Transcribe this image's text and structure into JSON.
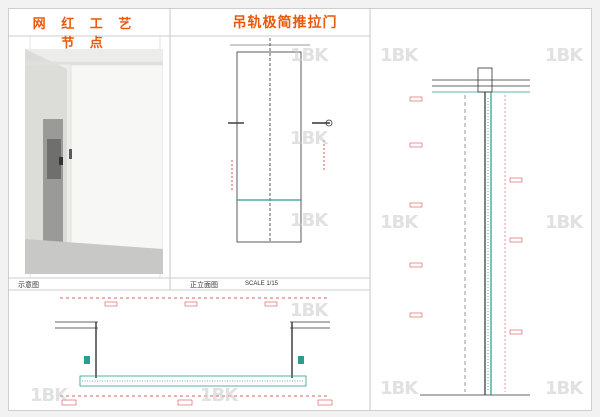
{
  "header": {
    "left_title": "网 红 工 艺 节 点",
    "right_title": "吊轨极简推拉门"
  },
  "captions": {
    "photo_caption": "示意图",
    "elevation_caption": "正立面图",
    "scale": "SCALE  1/15"
  },
  "watermark": {
    "text": "1BK"
  },
  "colors": {
    "accent": "#e8590c",
    "line": "#333333",
    "teal": "#2a9d8f",
    "red": "#d62828",
    "frame_gray": "#c9c9c9"
  }
}
